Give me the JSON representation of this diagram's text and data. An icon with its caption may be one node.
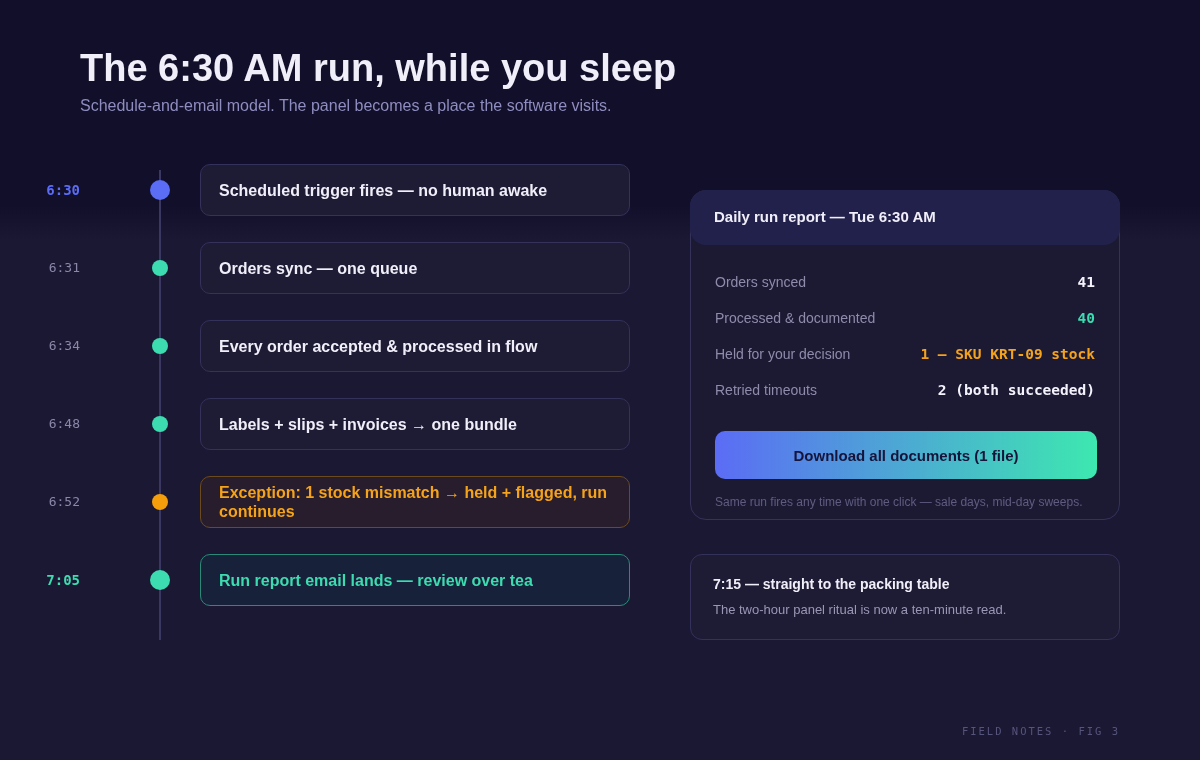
{
  "diagram": {
    "title": "The 6:30 AM run, while you sleep",
    "nodes": [
      {
        "text": [
          "Scheduled trigger fires — no human awake"
        ]
      },
      {
        "text": [
          "Orders sync — one queue"
        ]
      },
      {
        "text": [
          "Every order accepted & processed in flow"
        ]
      },
      {
        "text": [
          "Labels + slips + invoices → one bundle"
        ]
      },
      {
        "text": [
          "Exception: 1 stock mismatch → held + flagged, run continues"
        ]
      },
      {
        "text": [
          "Run report email lands — review over tea"
        ]
      },
      {
        "text": [
          "Daily run report — Tue 6:30 AM",
          "Orders synced",
          "41",
          "Processed & documented",
          "40",
          "Held for your decision",
          "1 — SKU KRT-09 stock",
          "Retried timeouts",
          "2 (both succeeded)",
          "Same run fires any time with one click — sale days, mid-day sweeps."
        ]
      },
      {
        "text": [
          "Download all documents (1 file)"
        ],
        "in": 6
      },
      {
        "text": [
          "7:15 — straight to the packing table",
          "The two-hour panel ritual is now a ten-minute read."
        ]
      }
    ],
    "labels": [
      "Schedule-and-email model. The panel becomes a place the software visits.",
      "6:30",
      "6:31",
      "6:34",
      "6:48",
      "6:52",
      "7:05",
      "FIELD NOTES · FIG 3"
    ]
  }
}
